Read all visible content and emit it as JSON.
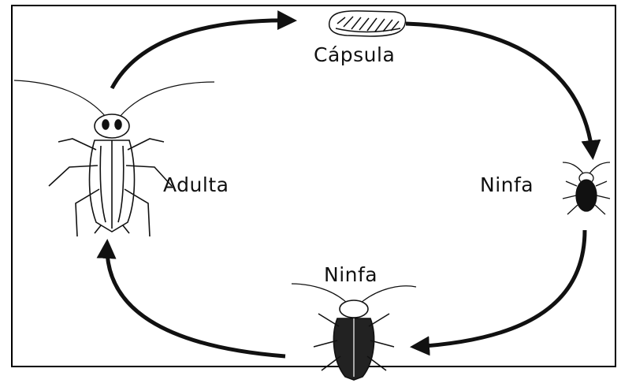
{
  "diagram": {
    "stages": {
      "capsule": {
        "label": "Cápsula",
        "icon": "egg-capsule-icon"
      },
      "nymph_small": {
        "label": "Ninfa",
        "icon": "small-nymph-icon"
      },
      "nymph_large": {
        "label": "Ninfa",
        "icon": "large-nymph-icon"
      },
      "adult": {
        "label": "Adulta",
        "icon": "adult-cockroach-icon"
      }
    },
    "cycle_order": [
      "adult",
      "capsule",
      "nymph_small",
      "nymph_large",
      "adult"
    ],
    "colors": {
      "ink": "#111111",
      "background": "#ffffff",
      "frame": "#000000"
    }
  }
}
